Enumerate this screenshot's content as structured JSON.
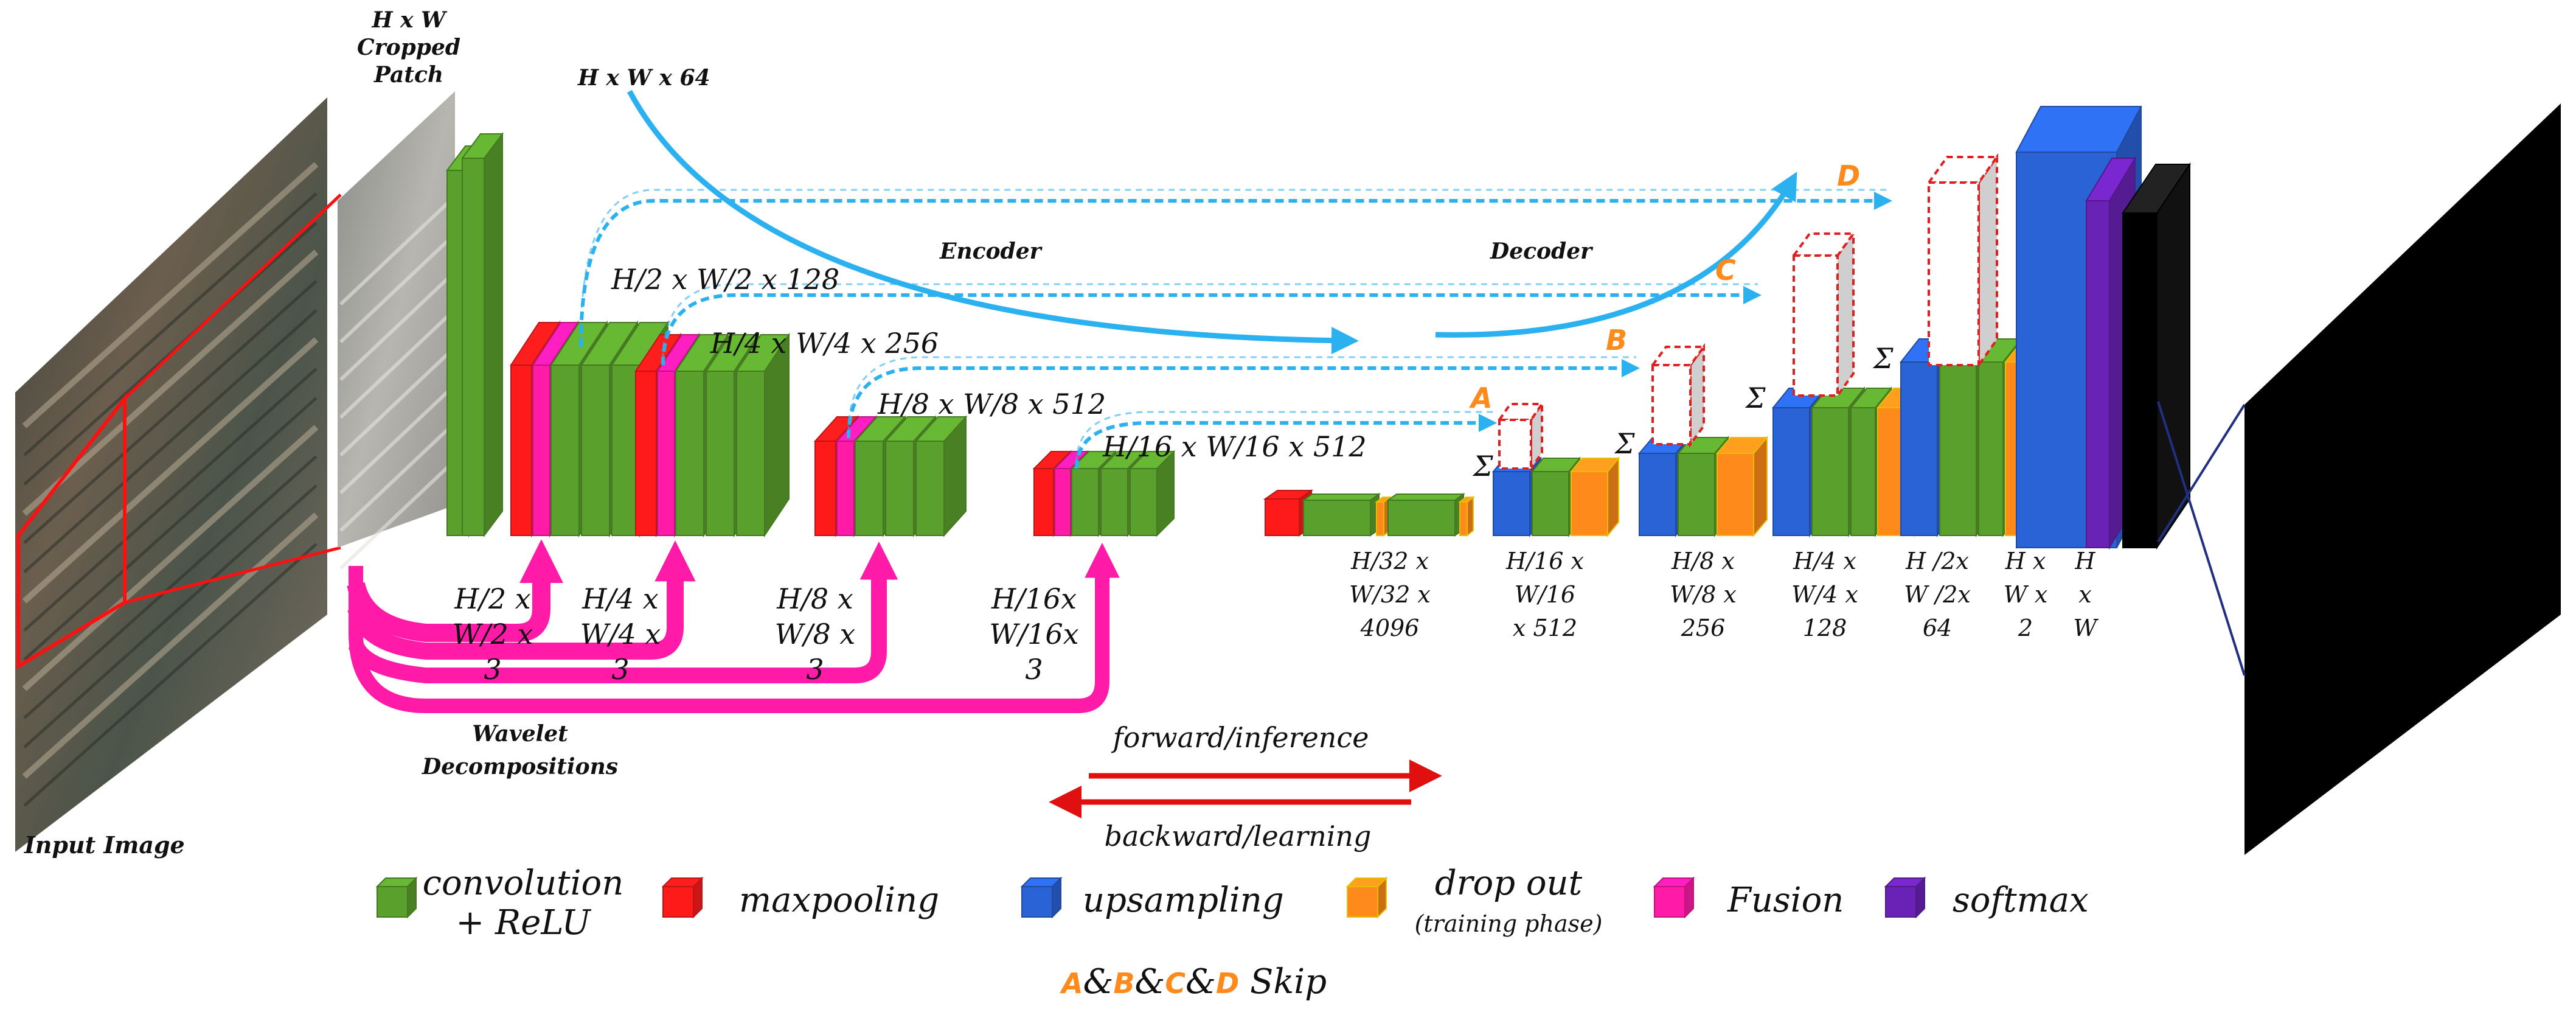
{
  "colors": {
    "convolution": "#5aa02c",
    "maxpooling": "#ff1a1a",
    "upsampling": "#2a63d6",
    "dropout": "#ff8a1c",
    "fusion": "#ff1aa8",
    "softmax": "#6a22b6",
    "skip_arrow": "#2bb0f0",
    "decomp_arrow": "#ff1aa8",
    "forward_arrow": "#e01010"
  },
  "labels": {
    "input_image": "Input Image",
    "cropped_patch": [
      "H x W",
      "Cropped",
      "Patch"
    ],
    "first_conv": "H x W x 64",
    "encoder": "Encoder",
    "decoder": "Decoder",
    "enc_1": "H/2 x W/2 x 128",
    "enc_2": "H/4 x W/4 x 256",
    "enc_3": "H/8 x W/8 x 512",
    "enc_4": "H/16 x W/16 x 512",
    "wavelet": [
      "Wavelet",
      "Decompositions"
    ],
    "decomp_sizes": [
      [
        "H/2 x",
        "W/2 x",
        "3"
      ],
      [
        "H/4 x",
        "W/4 x",
        "3"
      ],
      [
        "H/8 x",
        "W/8 x",
        "3"
      ],
      [
        "H/16x",
        "W/16x",
        "3"
      ]
    ],
    "dec_sizes": [
      [
        "H/32 x",
        "W/32 x",
        "4096"
      ],
      [
        "H/16 x",
        "W/16",
        "x 512"
      ],
      [
        "H/8 x",
        "W/8 x",
        "256"
      ],
      [
        "H/4 x",
        "W/4 x",
        "128"
      ],
      [
        "H /2x",
        "W /2x",
        "64"
      ],
      [
        "H x",
        "W x",
        "2"
      ],
      [
        "H",
        "x",
        "W"
      ]
    ],
    "skip_letters": [
      "A",
      "B",
      "C",
      "D"
    ],
    "sigma": "Σ",
    "forward": "forward/inference",
    "backward": "backward/learning"
  },
  "legend": {
    "items": [
      {
        "icon": "convolution",
        "lines": [
          "convolution",
          "+ ReLU"
        ]
      },
      {
        "icon": "maxpooling",
        "lines": [
          "maxpooling"
        ]
      },
      {
        "icon": "upsampling",
        "lines": [
          "upsampling"
        ]
      },
      {
        "icon": "dropout",
        "lines": [
          "drop out",
          "(training phase)"
        ]
      },
      {
        "icon": "fusion",
        "lines": [
          "Fusion"
        ]
      },
      {
        "icon": "softmax",
        "lines": [
          "softmax"
        ]
      }
    ],
    "skip_note": {
      "letters": [
        "A",
        "B",
        "C",
        "D"
      ],
      "joiner": "&",
      "suffix": " Skip"
    }
  }
}
